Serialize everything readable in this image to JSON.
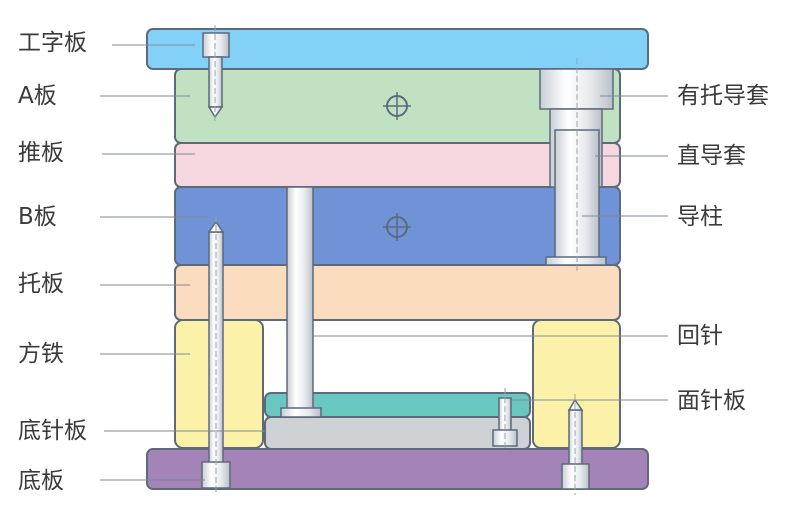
{
  "labels": {
    "left": [
      "工字板",
      "A板",
      "推板",
      "B板",
      "托板",
      "方铁",
      "底针板",
      "底板"
    ],
    "right": [
      "有托导套",
      "直导套",
      "导柱",
      "回针",
      "面针板"
    ]
  },
  "colors": {
    "clamp_plate": "#84d1f7",
    "a_plate": "#c1e2c2",
    "stripper_plate": "#f6d6df",
    "b_plate": "#6f93d6",
    "support_plate": "#fbdcbf",
    "spacer_block": "#fbf1a8",
    "ejector_retainer": "#69c7c2",
    "ejector_bottom": "#cfd2d4",
    "bottom_plate": "#a383b8",
    "steel": "#eef0f2",
    "outline": "#5c6a7a",
    "leader": "#7f8a96"
  }
}
